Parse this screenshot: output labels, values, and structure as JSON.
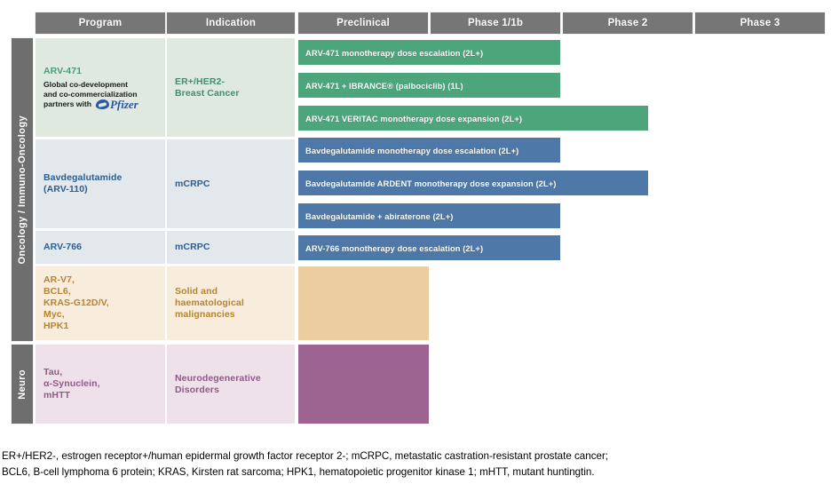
{
  "chart_data": {
    "type": "table",
    "title": "Clinical development pipeline",
    "columns": [
      "Program",
      "Indication",
      "Preclinical",
      "Phase 1/1b",
      "Phase 2",
      "Phase 3"
    ],
    "stage_axis": [
      "Preclinical",
      "Phase 1/1b",
      "Phase 2",
      "Phase 3"
    ],
    "therapeutic_areas": [
      {
        "name": "Oncology / Immuno-Oncology",
        "color": "#6e6e6e"
      },
      {
        "name": "Neuro",
        "color": "#6e6e6e"
      }
    ],
    "rows": [
      {
        "program": "ARV-471",
        "program_note_lines": [
          "Global co-development",
          "and  co-commercialization",
          "partners with"
        ],
        "partner_logo": "pfizer-logo",
        "indication": "ER+/HER2-\nBreast Cancer",
        "accent": "#4d9a76",
        "tint": "#dfe9e0",
        "bar_color": "#4da57c",
        "bars": [
          {
            "label": "ARV-471 monotherapy dose escalation (2L+)",
            "start_stage": "Preclinical",
            "end_stage": "Phase 1/1b",
            "progress_pct": 50
          },
          {
            "label": "ARV-471 + IBRANCE® (palbociclib) (1L)",
            "start_stage": "Preclinical",
            "end_stage": "Phase 1/1b",
            "progress_pct": 50
          },
          {
            "label": "ARV-471 VERITAC monotherapy dose expansion (2L+)",
            "start_stage": "Preclinical",
            "end_stage": "Phase 2",
            "progress_pct": 67
          }
        ]
      },
      {
        "program": "Bavdegalutamide\n(ARV-110)",
        "indication": "mCRPC",
        "accent": "#2c5d8f",
        "tint": "#e2e8ec",
        "bar_color": "#4d78a8",
        "bars": [
          {
            "label": "Bavdegalutamide monotherapy dose escalation (2L+)",
            "start_stage": "Preclinical",
            "end_stage": "Phase 1/1b",
            "progress_pct": 50
          },
          {
            "label": "Bavdegalutamide ARDENT monotherapy dose expansion (2L+)",
            "start_stage": "Preclinical",
            "end_stage": "Phase 2",
            "progress_pct": 67
          },
          {
            "label": "Bavdegalutamide + abiraterone (2L+)",
            "start_stage": "Preclinical",
            "end_stage": "Phase 1/1b",
            "progress_pct": 50
          }
        ]
      },
      {
        "program": "ARV-766",
        "indication": "mCRPC",
        "accent": "#2c5d8f",
        "tint": "#e2e8ec",
        "bar_color": "#4d78a8",
        "bars": [
          {
            "label": "ARV-766 monotherapy dose escalation (2L+)",
            "start_stage": "Preclinical",
            "end_stage": "Phase 1/1b",
            "progress_pct": 50
          }
        ]
      },
      {
        "program": "AR-V7,\nBCL6,\nKRAS-G12D/V,\nMyc,\nHPK1",
        "indication": "Solid and\nhaematological\nmalignancies",
        "accent": "#b5842f",
        "tint": "#f8eddc",
        "bar_color": "#eccda0",
        "bars": [
          {
            "label": "",
            "start_stage": "Preclinical",
            "end_stage": "Preclinical",
            "progress_pct": 25
          }
        ]
      },
      {
        "program": "Tau,\nα-Synuclein,\nmHTT",
        "indication": "Neurodegenerative\nDisorders",
        "accent": "#8e5a86",
        "tint": "#eee1ea",
        "bar_color": "#9d6492",
        "bars": [
          {
            "label": "",
            "start_stage": "Preclinical",
            "end_stage": "Preclinical",
            "progress_pct": 25
          }
        ]
      }
    ]
  },
  "header": {
    "col_program": "Program",
    "col_indication": "Indication",
    "col_preclinical": "Preclinical",
    "col_phase1": "Phase 1/1b",
    "col_phase2": "Phase 2",
    "col_phase3": "Phase 3"
  },
  "spine": {
    "oncology": "Oncology / Immuno-Oncology",
    "neuro": "Neuro"
  },
  "programs": {
    "arv471": {
      "name": "ARV-471",
      "note1": "Global co-development",
      "note2": "and  co-commercialization",
      "note3": "partners with",
      "partner": "Pfizer"
    },
    "bavdeg": {
      "line1": "Bavdegalutamide",
      "line2": "(ARV-110)"
    },
    "arv766": {
      "name": "ARV-766"
    },
    "preclin_onc": {
      "line1": "AR-V7,",
      "line2": "BCL6,",
      "line3": "KRAS-G12D/V,",
      "line4": "Myc,",
      "line5": "HPK1"
    },
    "neuro": {
      "line1": "Tau,",
      "line2": "α-Synuclein,",
      "line3": "mHTT"
    }
  },
  "indications": {
    "breast_l1": "ER+/HER2-",
    "breast_l2": "Breast Cancer",
    "mcrpc1": "mCRPC",
    "mcrpc2": "mCRPC",
    "solid_l1": "Solid and",
    "solid_l2": "haematological",
    "solid_l3": "malignancies",
    "neuro_l1": "Neurodegenerative",
    "neuro_l2": "Disorders"
  },
  "bars": {
    "b1": "ARV-471 monotherapy dose escalation (2L+)",
    "b2": "ARV-471 + IBRANCE® (palbociclib) (1L)",
    "b3": "ARV-471 VERITAC monotherapy dose expansion (2L+)",
    "b4": "Bavdegalutamide monotherapy dose escalation (2L+)",
    "b5": "Bavdegalutamide ARDENT monotherapy dose expansion (2L+)",
    "b6": "Bavdegalutamide + abiraterone (2L+)",
    "b7": "ARV-766 monotherapy dose escalation (2L+)"
  },
  "footnote": {
    "line1": "ER+/HER2-, estrogen receptor+/human epidermal growth factor receptor 2-; mCRPC, metastatic castration-resistant prostate cancer;",
    "line2": "BCL6, B-cell lymphoma 6 protein; KRAS, Kirsten rat sarcoma; HPK1, hematopoietic progenitor kinase 1; mHTT, mutant huntingtin."
  }
}
